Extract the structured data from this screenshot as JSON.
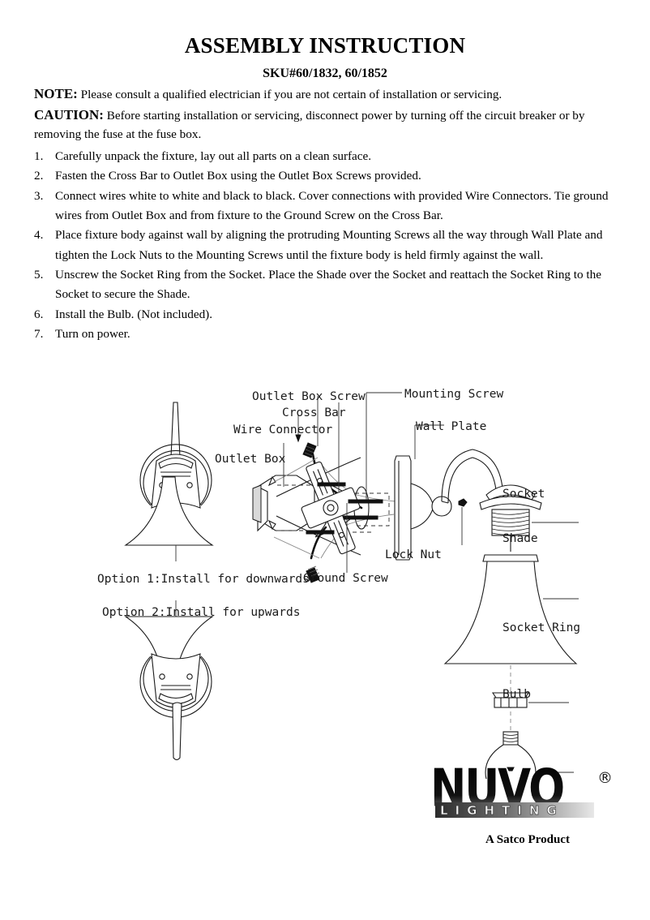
{
  "document": {
    "title": "ASSEMBLY INSTRUCTION",
    "sku": "SKU#60/1832, 60/1852"
  },
  "notices": [
    {
      "label": "NOTE:",
      "text": " Please consult a qualified electrician if you are not certain of installation or servicing."
    },
    {
      "label": "CAUTION:",
      "text": " Before starting installation or servicing, disconnect power by turning off the circuit breaker or by removing the fuse at the fuse box."
    }
  ],
  "steps": [
    {
      "number": "1.",
      "text": "Carefully unpack the fixture, lay out all parts on a clean surface."
    },
    {
      "number": "2.",
      "text": "Fasten the Cross Bar to Outlet Box using the Outlet Box Screws provided."
    },
    {
      "number": "3.",
      "text": "Connect wires white to white and black to black. Cover connections with provided Wire Connectors. Tie ground wires from Outlet Box and from fixture to the Ground Screw on the Cross Bar."
    },
    {
      "number": "4.",
      "text": "Place fixture body against wall by aligning the protruding Mounting Screws all the way through Wall Plate and tighten the Lock Nuts to the Mounting Screws until the fixture body is held firmly against the wall."
    },
    {
      "number": "5.",
      "text": "Unscrew the Socket Ring from the Socket. Place the Shade over the Socket and reattach the Socket Ring to the Socket to secure the Shade."
    },
    {
      "number": "6.",
      "text": "Install the Bulb. (Not included)."
    },
    {
      "number": "7.",
      "text": "Turn on power."
    }
  ],
  "diagram": {
    "labels": {
      "outlet_box_screw": "Outlet Box Screw",
      "cross_bar": "Cross Bar",
      "wire_connector": "Wire Connector",
      "outlet_box": "Outlet Box",
      "mounting_screw": "Mounting Screw",
      "wall_plate": "Wall Plate",
      "ground_screw": "Ground Screw",
      "lock_nut": "Lock Nut",
      "socket": "Socket",
      "shade": "Shade",
      "socket_ring": "Socket Ring",
      "bulb": "Bulb",
      "option_1": "Option 1:Install for downwards",
      "option_2": "Option 2:Install for upwards"
    }
  },
  "brand": {
    "wordmark": "NUVO",
    "registered": "®",
    "tagline": "LIGHTING",
    "footer": "A Satco Product",
    "ink": "#000000"
  }
}
